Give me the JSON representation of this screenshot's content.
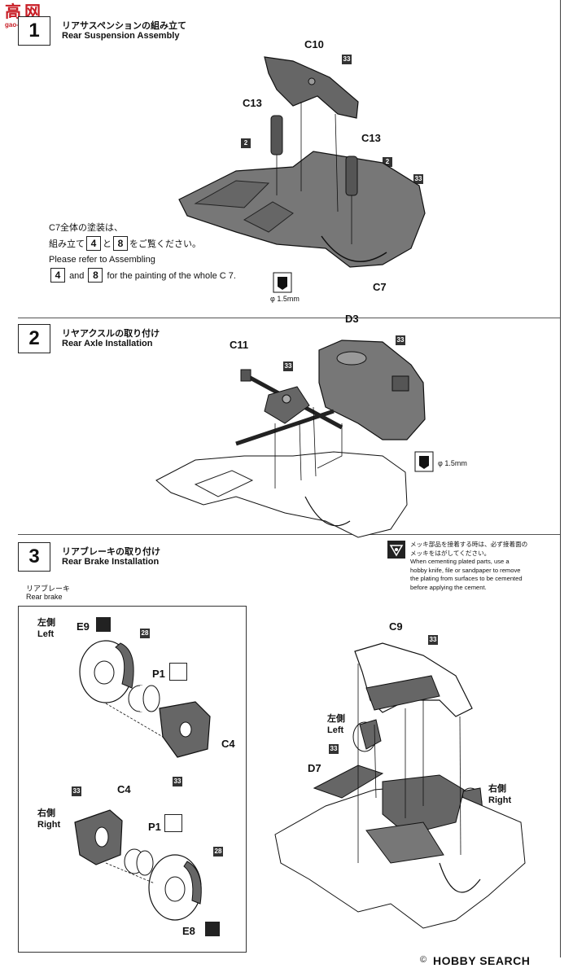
{
  "watermark": {
    "site_logo": "高网",
    "site_url": "gao-shop.com"
  },
  "step1": {
    "number": "1",
    "title_jp": "リアサスペンションの組み立て",
    "title_en": "Rear Suspension Assembly",
    "parts": [
      "C10",
      "C13",
      "C13",
      "C7"
    ],
    "color_tags": [
      "33",
      "2",
      "2",
      "33"
    ],
    "note_jp_1": "C7全体の塗装は、",
    "note_jp_2a": "組み立て",
    "note_jp_2b": "と",
    "note_jp_2c": "をご覧ください。",
    "note_en_1": "Please refer to Assembling",
    "note_en_and": "and",
    "note_en_2": "for the painting of the whole C 7.",
    "ref_a": "4",
    "ref_b": "8",
    "drill": "φ 1.5mm"
  },
  "step2": {
    "number": "2",
    "title_jp": "リヤアクスルの取り付け",
    "title_en": "Rear Axle Installation",
    "parts": [
      "D3",
      "C11"
    ],
    "color_tags": [
      "33",
      "33"
    ],
    "drill": "φ 1.5mm"
  },
  "step3": {
    "number": "3",
    "title_jp": "リアブレーキの取り付け",
    "title_en": "Rear Brake Installation",
    "caution": [
      "メッキ部品を接着する時は、必ず接着面の",
      "メッキをはがしてください。",
      "When cementing plated parts, use a",
      "hobby knife, file or sandpaper to remove",
      "the plating from surfaces to be cemented",
      "before applying the cement."
    ],
    "sub_jp": "リアブレーキ",
    "sub_en": "Rear brake",
    "left_jp": "左側",
    "left_en": "Left",
    "right_jp": "右側",
    "right_en": "Right",
    "parts_box": [
      "E9",
      "P1",
      "C4",
      "C4",
      "P1",
      "E8"
    ],
    "box_tags": [
      "28",
      "33",
      "33",
      "28"
    ],
    "parts_main": [
      "C9",
      "D7"
    ],
    "main_tags": [
      "33",
      "33"
    ],
    "left2_jp": "左側",
    "left2_en": "Left",
    "right2_jp": "右側",
    "right2_en": "Right"
  },
  "footer": {
    "logo": "HOBBY SEARCH",
    "copyright": "©"
  }
}
